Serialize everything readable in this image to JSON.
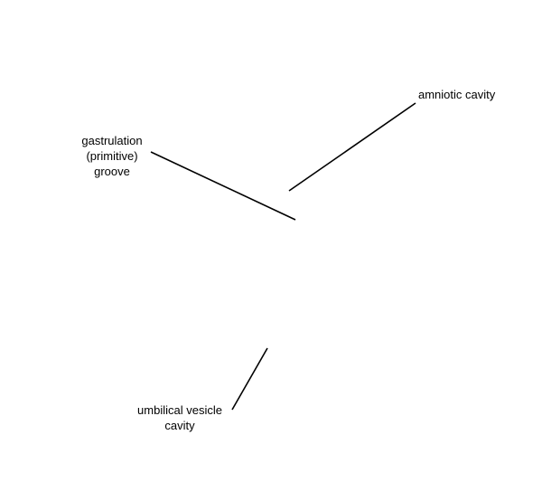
{
  "diagram": {
    "labels": {
      "amniotic_cavity": "amniotic cavity",
      "gastrulation_groove": {
        "line1": "gastrulation",
        "line2": "(primitive)",
        "line3": "groove"
      },
      "umbilical_vesicle_cavity": {
        "line1": "umbilical vesicle",
        "line2": "cavity"
      }
    },
    "colors": {
      "background": "#ffffff",
      "ink": "#000000"
    }
  }
}
